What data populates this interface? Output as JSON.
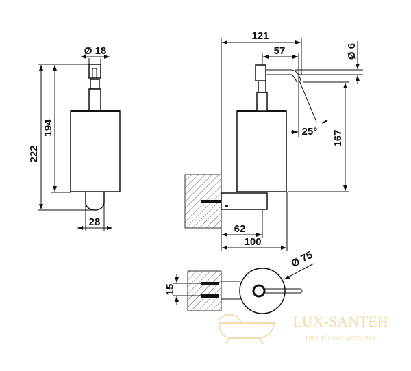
{
  "title": "Wall-mounted soap dispenser dimensional drawing",
  "side_view": {
    "diameter_pump": "Ø 18",
    "total_height": "222",
    "body_height": "194",
    "bottom_width": "28"
  },
  "front_view": {
    "total_depth": "121",
    "spout_length": "57",
    "spout_diameter": "Ø 6",
    "spout_angle": "25°",
    "spout_height": "167",
    "bracket_depth": "62",
    "wall_to_body": "100"
  },
  "top_view": {
    "screw_spacing": "15",
    "body_diameter": "Ø 75"
  },
  "watermark": {
    "brand": "LUX-SANTEH",
    "tagline": "ЕВРОПЕЙСКАЯ САНТЕХНИКА"
  },
  "colors": {
    "line": "#111111",
    "watermark": "#efd9a8"
  }
}
